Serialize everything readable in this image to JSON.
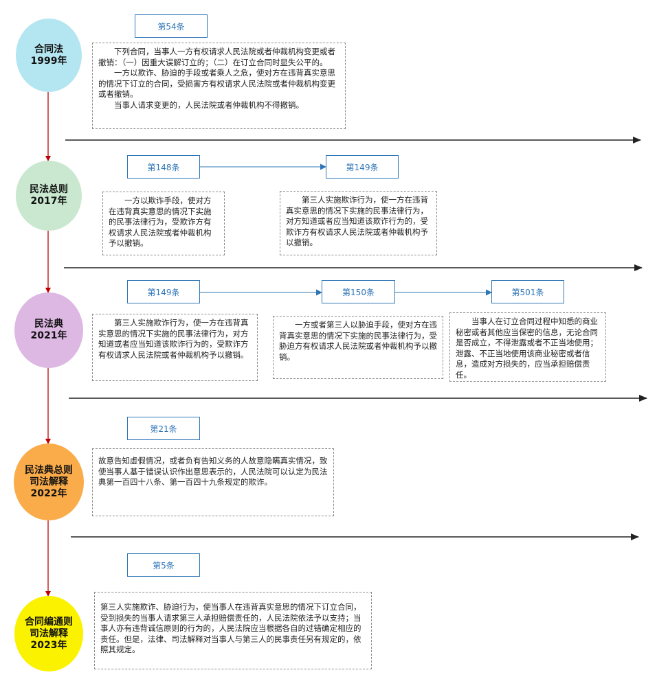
{
  "stages": [
    {
      "line1": "合同法",
      "line2": "1999年",
      "line3": "",
      "color": "#b4e6f2"
    },
    {
      "line1": "民法总则",
      "line2": "2017年",
      "line3": "",
      "color": "#c9e8cf"
    },
    {
      "line1": "民法典",
      "line2": "2021年",
      "line3": "",
      "color": "#ddb8e3"
    },
    {
      "line1": "民法典总则",
      "line2": "司法解释",
      "line3": "2022年",
      "color": "#fbac4a"
    },
    {
      "line1": "合同编通则",
      "line2": "司法解释",
      "line3": "2023年",
      "color": "#fbf200"
    }
  ],
  "articles": {
    "s1_a1": "第54条",
    "s2_a1": "第148条",
    "s2_a2": "第149条",
    "s3_a1": "第149条",
    "s3_a2": "第150条",
    "s3_a3": "第501条",
    "s4_a1": "第21条",
    "s5_a1": "第5条"
  },
  "texts": {
    "s1_t1": [
      "　　下列合同，当事人一方有权请求人民法院或者仲裁机构变更或者撤销：（一）因重大误解订立的；（二）在订立合同时显失公平的。",
      "　　一方以欺诈、胁迫的手段或者乘人之危，使对方在违背真实意思的情况下订立的合同，受损害方有权请求人民法院或者仲裁机构变更或者撤销。",
      "　　当事人请求变更的，人民法院或者仲裁机构不得撤销。"
    ],
    "s2_t1": "　　一方以欺诈手段，使对方在违背真实意思的情况下实施的民事法律行为，受欺诈方有权请求人民法院或者仲裁机构予以撤销。",
    "s2_t2": "　　第三人实施欺诈行为，使一方在违背真实意思的情况下实施的民事法律行为，对方知道或者应当知道该欺诈行为的，受欺诈方有权请求人民法院或者仲裁机构予以撤销。",
    "s3_t1": "　　第三人实施欺诈行为，使一方在违背真实意思的情况下实施的民事法律行为，对方知道或者应当知道该欺诈行为的，受欺诈方有权请求人民法院或者仲裁机构予以撤销。",
    "s3_t2": "　　一方或者第三人以胁迫手段，使对方在违背真实意思的情况下实施的民事法律行为，受胁迫方有权请求人民法院或者仲裁机构予以撤销。",
    "s3_t3": "　　当事人在订立合同过程中知悉的商业秘密或者其他应当保密的信息，无论合同是否成立，不得泄露或者不正当地使用；泄露、不正当地使用该商业秘密或者信息，造成对方损失的，应当承担赔偿责任。",
    "s4_t1": "故意告知虚假情况，或者负有告知义务的人故意隐瞒真实情况，致使当事人基于错误认识作出意思表示的，人民法院可以认定为民法典第一百四十八条、第一百四十九条规定的欺诈。",
    "s5_t1": "第三人实施欺诈、胁迫行为，使当事人在违背真实意思的情况下订立合同，受到损失的当事人请求第三人承担赔偿责任的，人民法院依法予以支持；当事人亦有违背诚信原则的行为的，人民法院应当根据各自的过错确定相应的责任。但是，法律、司法解释对当事人与第三人的民事责任另有规定的，依照其规定。"
  },
  "colors": {
    "timeline": "#c00000",
    "connector": "#2e75b6",
    "divider": "#222222"
  }
}
